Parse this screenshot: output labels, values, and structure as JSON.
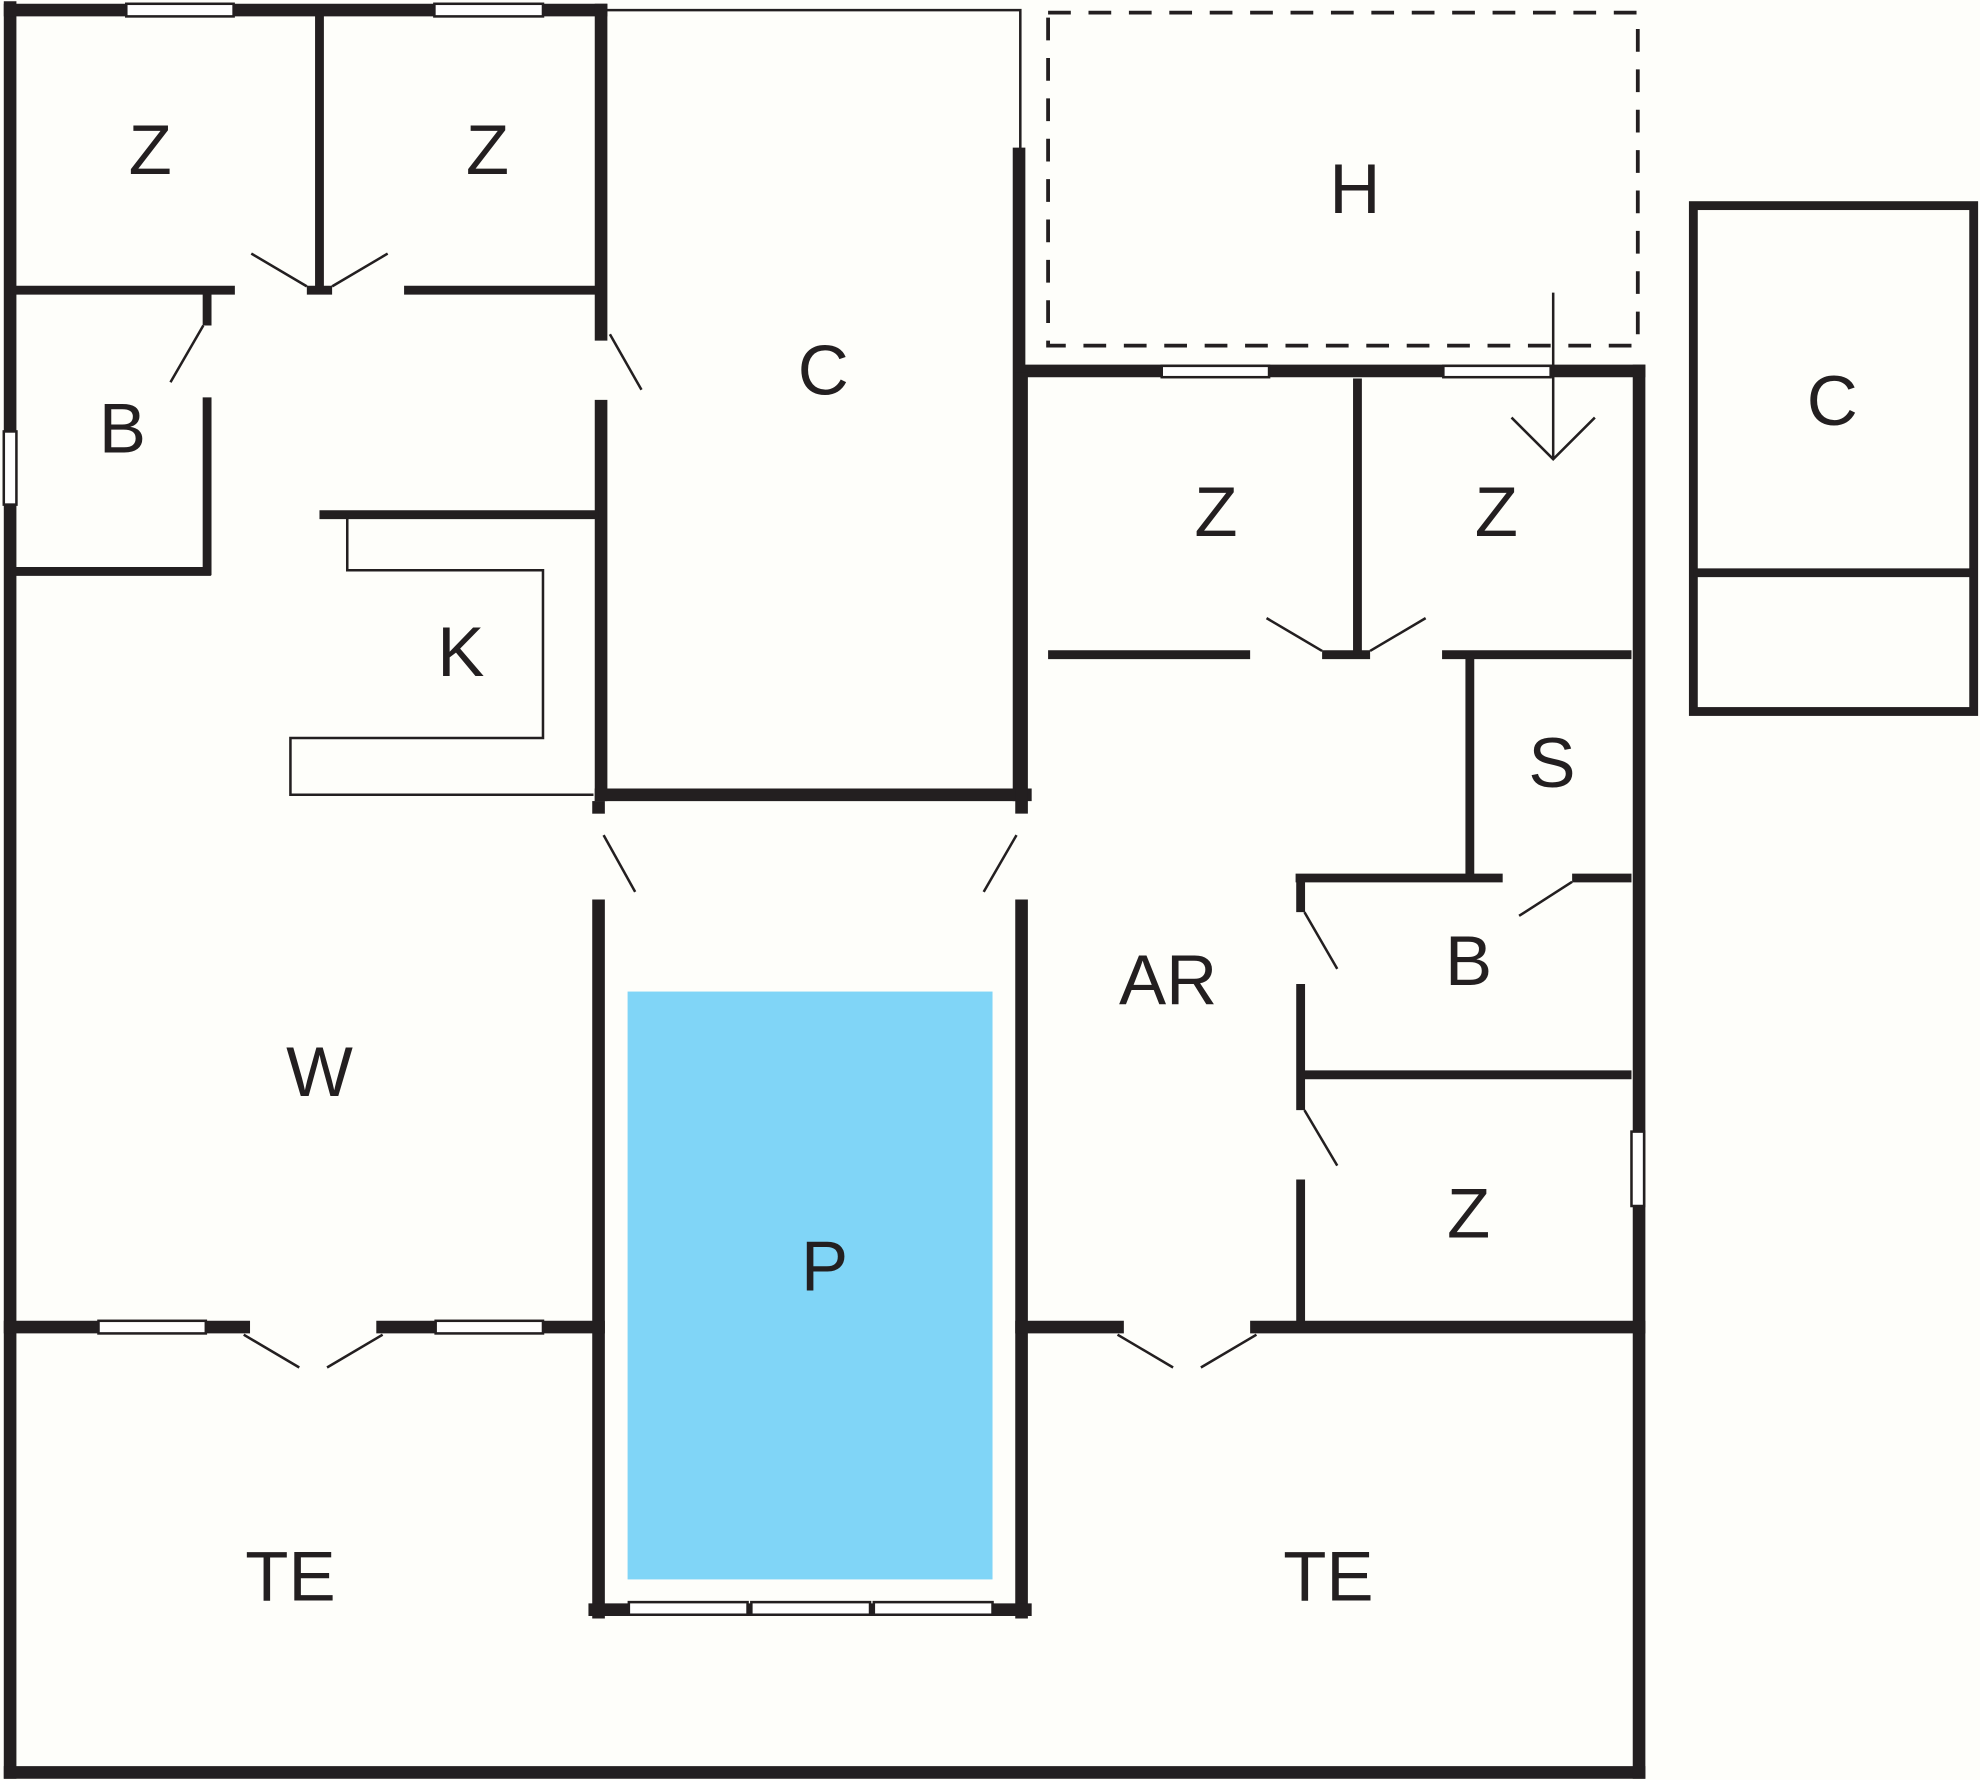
{
  "colors": {
    "wall": "#231f20",
    "background": "#fefefa",
    "pool": "#80d5f7"
  },
  "rooms": {
    "z1": "Z",
    "z2": "Z",
    "b1": "B",
    "c1": "C",
    "h": "H",
    "k": "K",
    "z3": "Z",
    "z4": "Z",
    "c2": "C",
    "s": "S",
    "ar": "AR",
    "b2": "B",
    "w": "W",
    "p": "P",
    "z5": "Z",
    "te1": "TE",
    "te2": "TE"
  }
}
